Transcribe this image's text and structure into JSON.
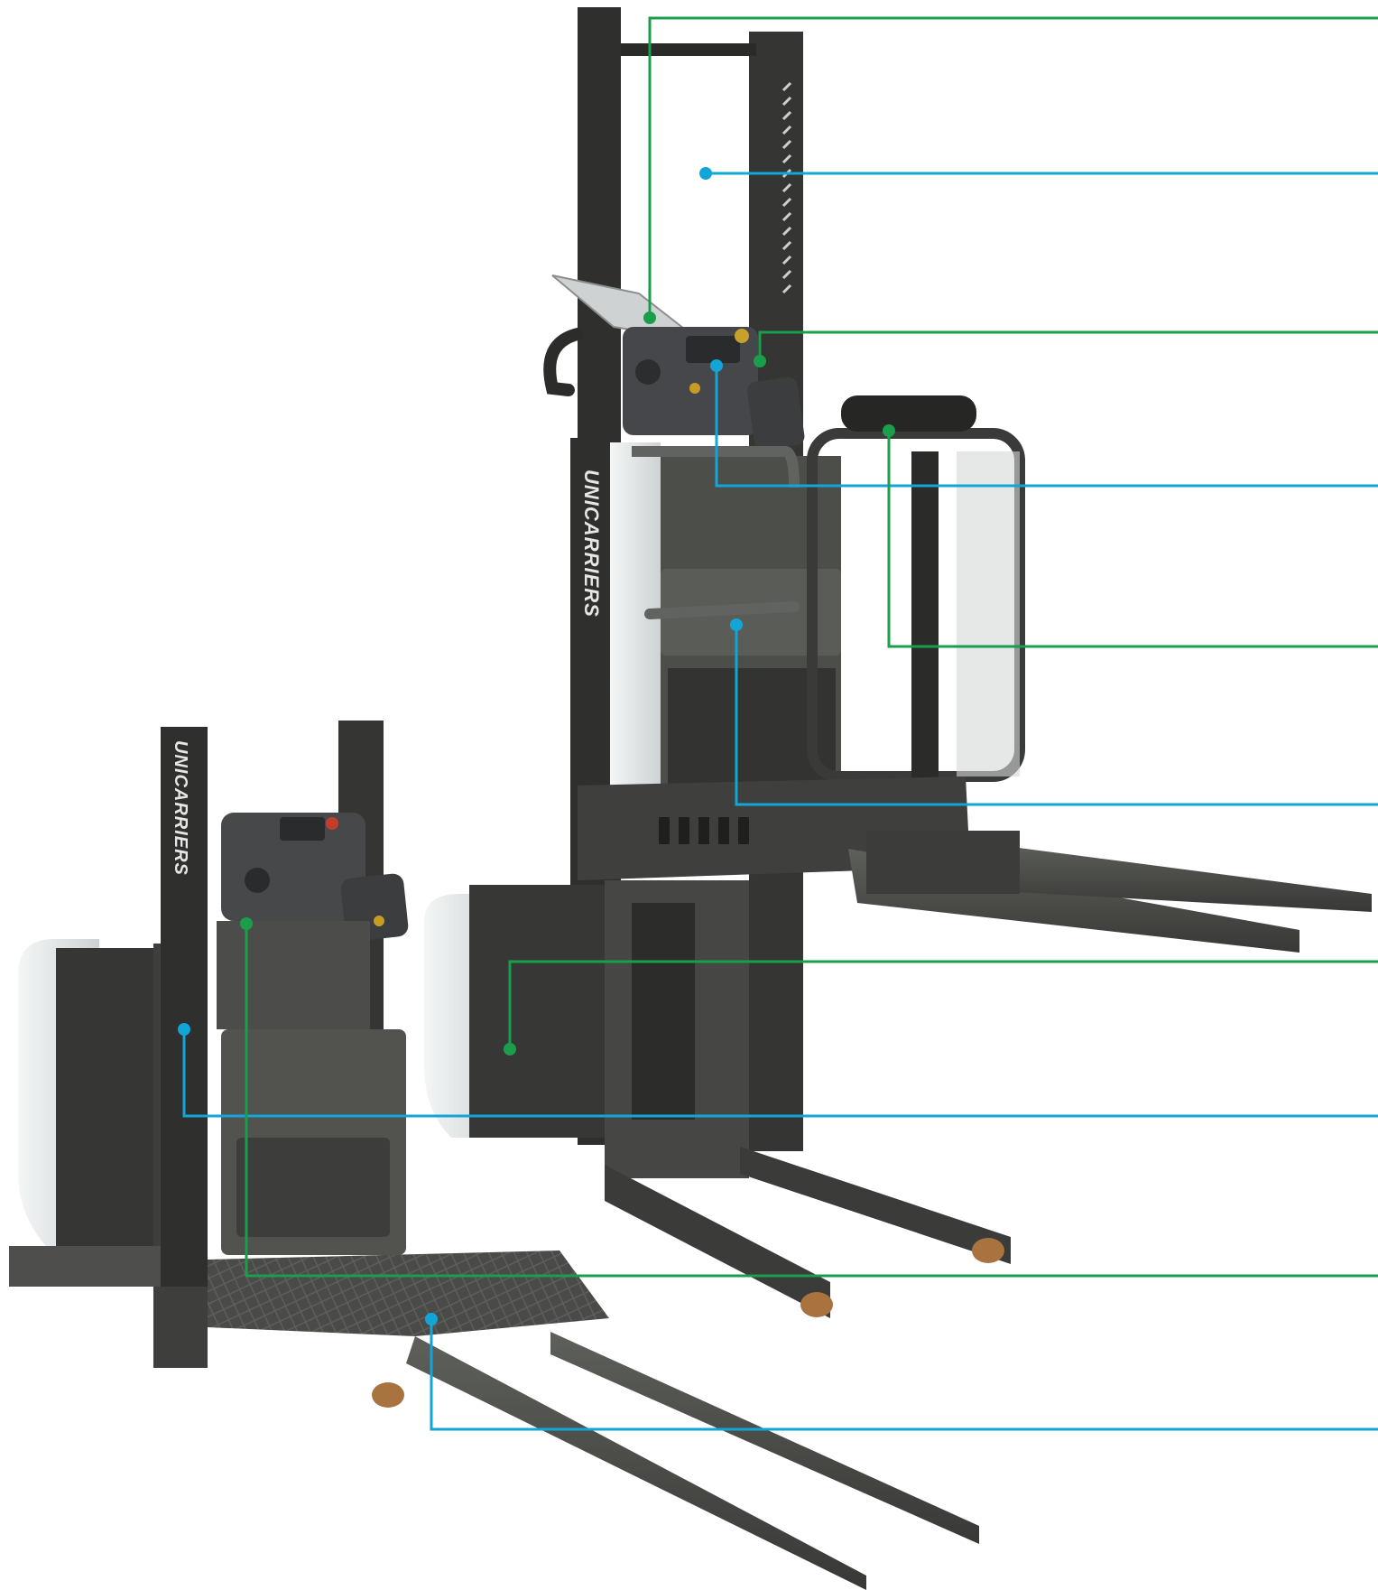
{
  "brand": {
    "text": "UNICARRIERS"
  },
  "colors": {
    "callout_green": "#1b9e4b",
    "callout_blue": "#12a6d8",
    "body_dark": "#3c3d3b",
    "body_mid": "#53554f",
    "cover_white": "#e9ecec",
    "roller": "#a8733f"
  },
  "callouts": [
    {
      "id": "callout-1",
      "color": "green"
    },
    {
      "id": "callout-2",
      "color": "blue"
    },
    {
      "id": "callout-3",
      "color": "green"
    },
    {
      "id": "callout-4",
      "color": "blue"
    },
    {
      "id": "callout-5",
      "color": "green"
    },
    {
      "id": "callout-6",
      "color": "blue"
    },
    {
      "id": "callout-7",
      "color": "green"
    },
    {
      "id": "callout-8",
      "color": "blue"
    },
    {
      "id": "callout-9",
      "color": "green"
    },
    {
      "id": "callout-10",
      "color": "blue"
    }
  ]
}
